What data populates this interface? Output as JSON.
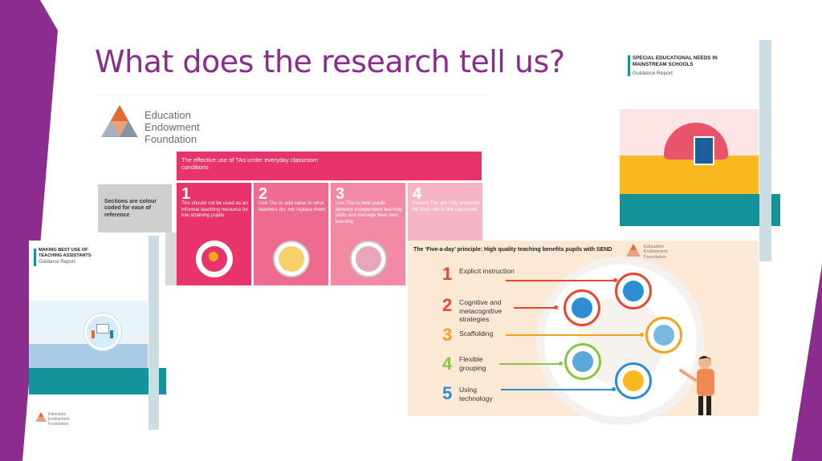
{
  "slide": {
    "title": "What does the research tell us?",
    "colors": {
      "title": "#8d2c8f",
      "accent_purple": "#8d2c8f",
      "teal": "#14939b",
      "pink": "#e8336b"
    }
  },
  "eef_logo": {
    "line1": "Education",
    "line2": "Endowment",
    "line3": "Foundation"
  },
  "ta_poster": {
    "header": "The effective use of TAs under everyday classroom conditions",
    "side_note": "Sections are colour coded for ease of reference",
    "cards": [
      {
        "num": "1",
        "text": "TAs should not be used as an informal teaching resource for low attaining pupils"
      },
      {
        "num": "2",
        "text": "Use TAs to add value to what teachers do, not replace them"
      },
      {
        "num": "3",
        "text": "Use TAs to help pupils develop independent learning skills and manage their own learning"
      },
      {
        "num": "4",
        "text": "Ensure TAs are fully prepared for their role in the classroom"
      }
    ]
  },
  "ta_report": {
    "title": "MAKING BEST USE OF TEACHING ASSISTANTS",
    "subtitle": "Guidance Report",
    "logo": {
      "line1": "Education",
      "line2": "Endowment",
      "line3": "Foundation"
    }
  },
  "send_report": {
    "title": "SPECIAL EDUCATIONAL NEEDS IN MAINSTREAM SCHOOLS",
    "subtitle": "Guidance Report"
  },
  "five_a_day": {
    "heading": "The ‘Five-a-day’ principle: High quality teaching benefits pupils with SEND",
    "logo": {
      "line1": "Education",
      "line2": "Endowment",
      "line3": "Foundation"
    },
    "items": [
      {
        "num": "1",
        "label": "Explicit instruction",
        "color": "#e8472f"
      },
      {
        "num": "2",
        "label": "Cognitive and metacognitive strategies",
        "color": "#e8472f"
      },
      {
        "num": "3",
        "label": "Scaffolding",
        "color": "#f3a21c"
      },
      {
        "num": "4",
        "label": "Flexible grouping",
        "color": "#8cc540"
      },
      {
        "num": "5",
        "label": "Using technology",
        "color": "#2c8fd3"
      }
    ]
  }
}
